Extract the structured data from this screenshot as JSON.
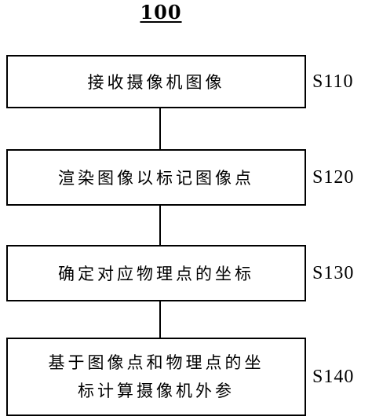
{
  "title": "100",
  "steps": [
    {
      "label": "接收摄像机图像",
      "id": "S110"
    },
    {
      "label": "渲染图像以标记图像点",
      "id": "S120"
    },
    {
      "label": "确定对应物理点的坐标",
      "id": "S130"
    },
    {
      "label_line1": "基于图像点和物理点的坐",
      "label_line2": "标计算摄像机外参",
      "id": "S140"
    }
  ]
}
